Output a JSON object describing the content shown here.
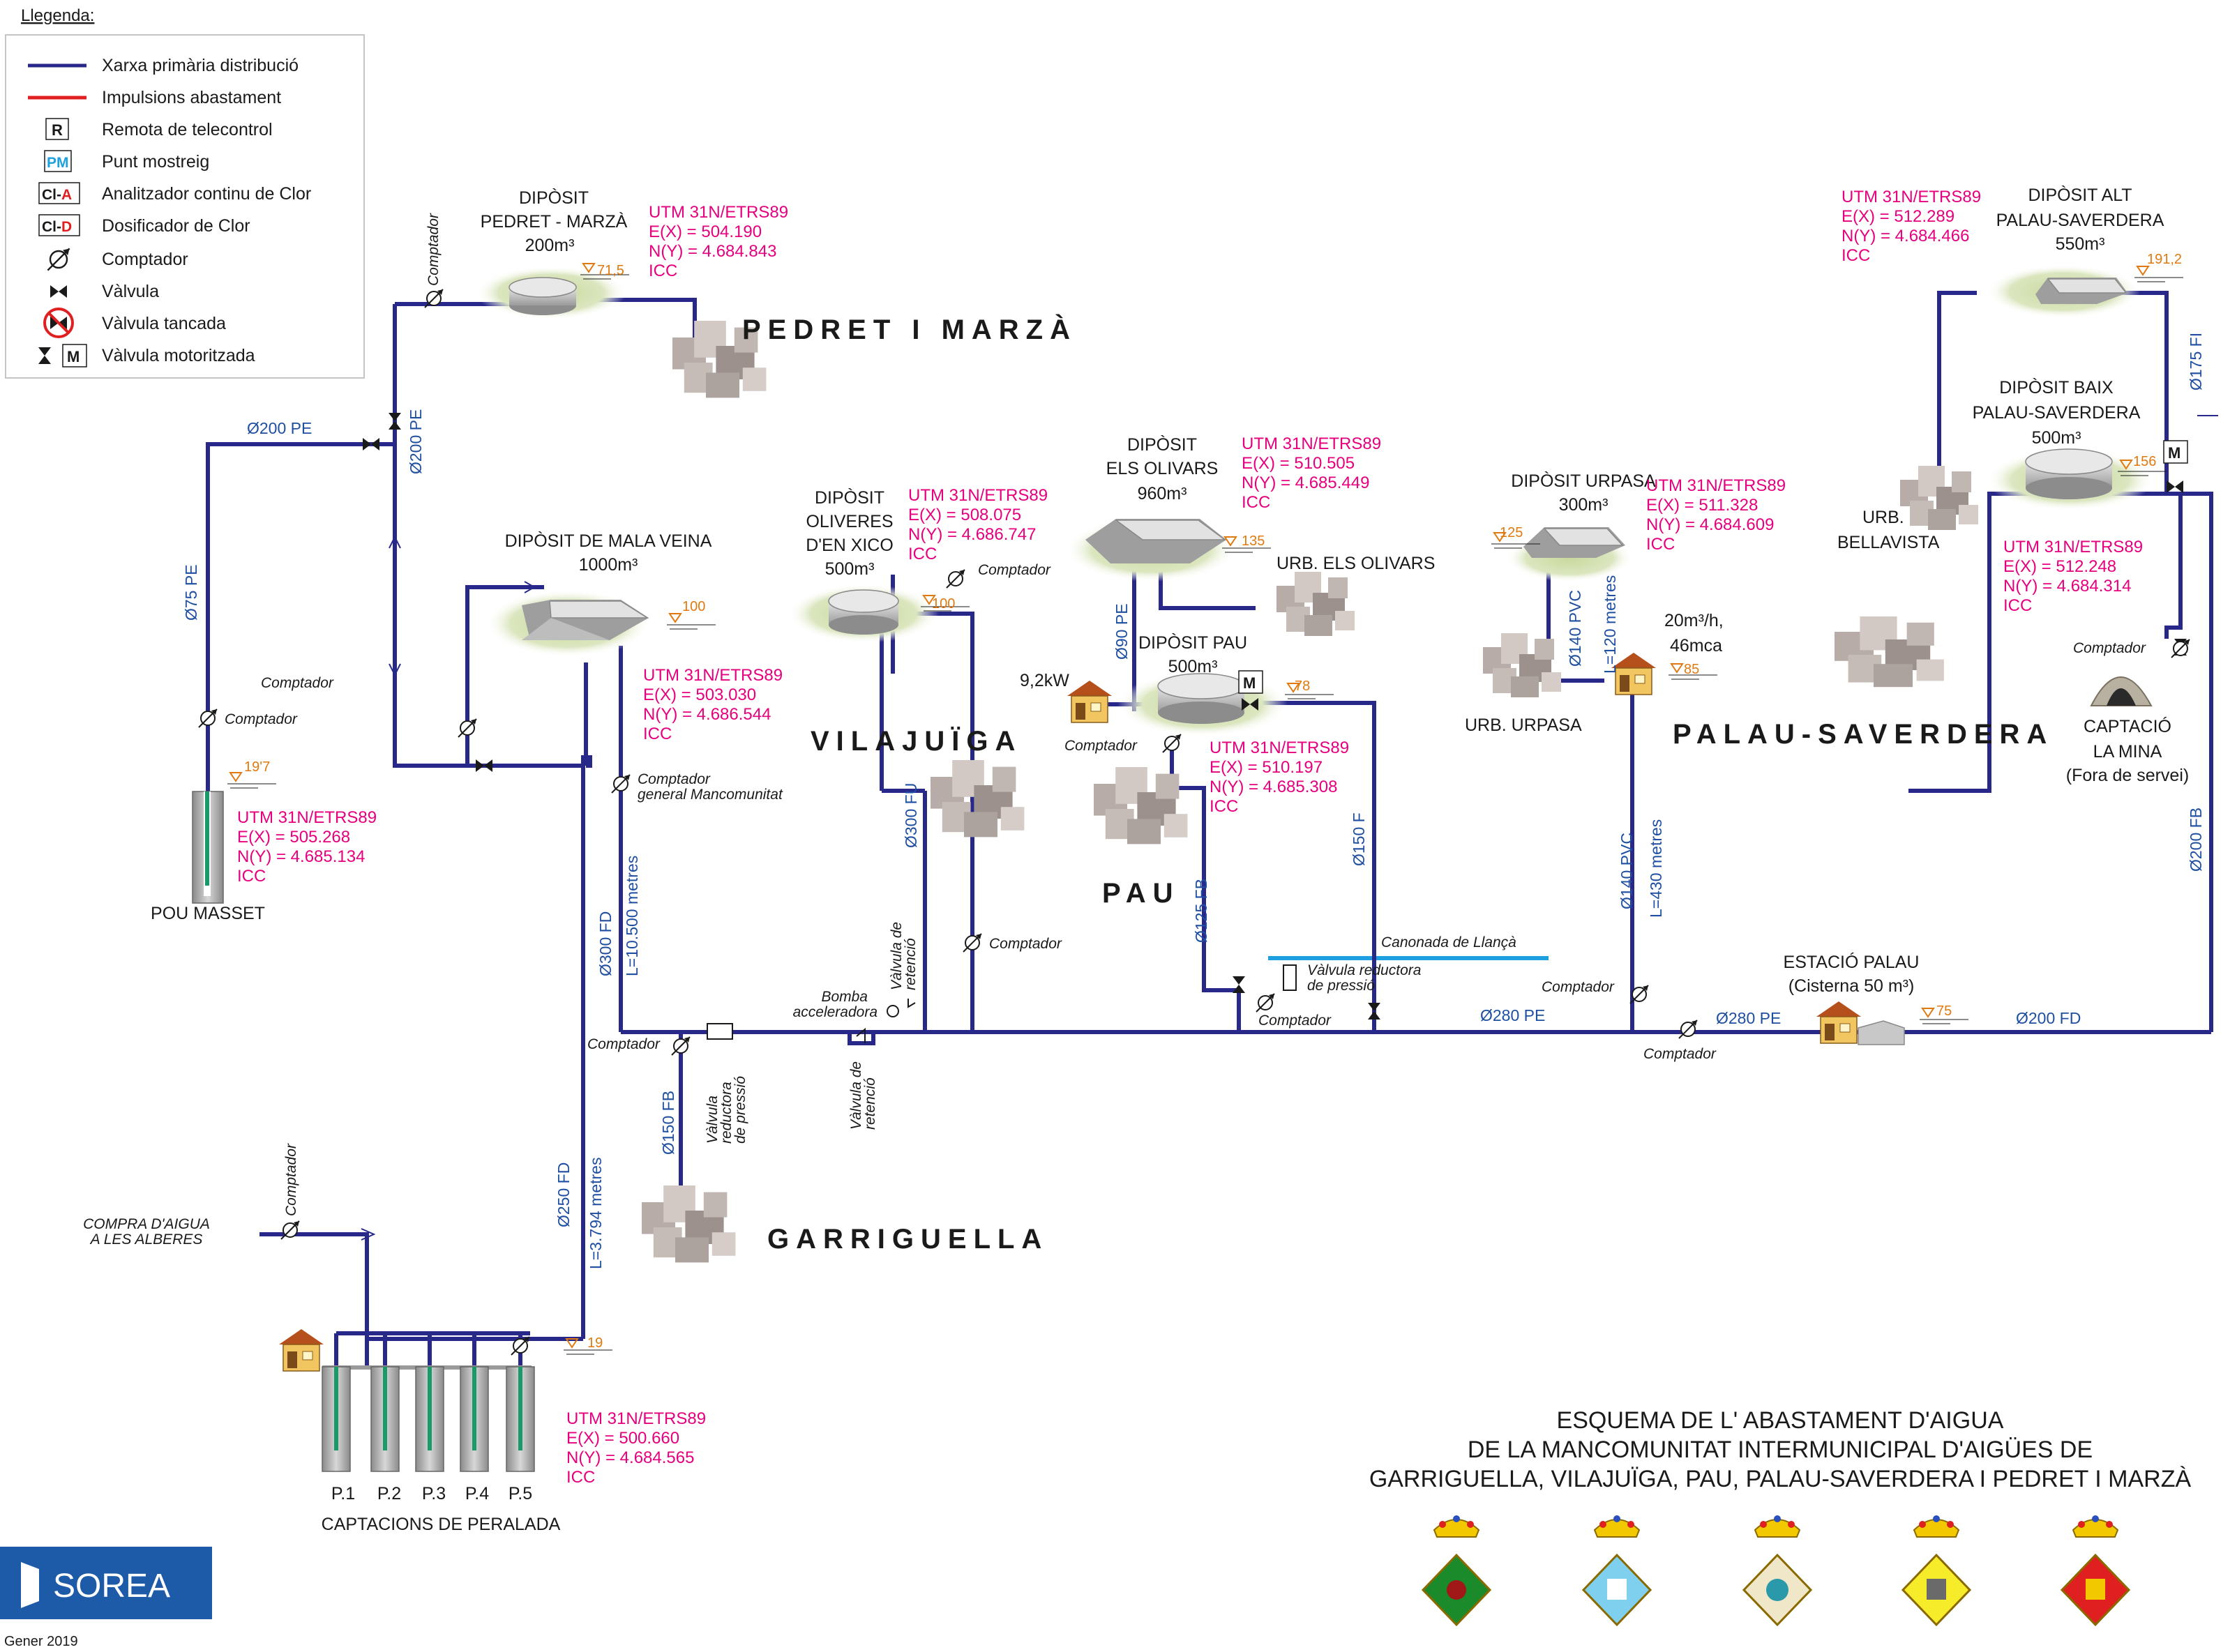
{
  "legend": {
    "title": "Llegenda:",
    "items": [
      {
        "symbol": "line-blue",
        "label": "Xarxa primària distribució"
      },
      {
        "symbol": "line-red",
        "label": "Impulsions abastament"
      },
      {
        "symbol": "R",
        "label": "Remota de telecontrol"
      },
      {
        "symbol": "PM",
        "label": "Punt mostreig"
      },
      {
        "symbol": "CI-A",
        "label": "Analitzador continu de Clor"
      },
      {
        "symbol": "CI-D",
        "label": "Dosificador de Clor"
      },
      {
        "symbol": "meter",
        "label": "Comptador"
      },
      {
        "symbol": "valve",
        "label": "Vàlvula"
      },
      {
        "symbol": "valve-closed",
        "label": "Vàlvula tancada"
      },
      {
        "symbol": "M",
        "label": "Vàlvula motoritzada"
      }
    ]
  },
  "towns": [
    "PEDRET I MARZÀ",
    "VILAJUÏGA",
    "PAU",
    "PALAU-SAVERDERA",
    "GARRIGUELLA"
  ],
  "tanks": {
    "pedret": {
      "l1": "DIPÒSIT",
      "l2": "PEDRET - MARZÀ",
      "l3": "200m³",
      "level": "71,5"
    },
    "mala_veina": {
      "l1": "DIPÒSIT DE MALA VEINA",
      "l2": "1000m³",
      "level": "100"
    },
    "oliveres": {
      "l1": "DIPÒSIT",
      "l2": "OLIVERES",
      "l3": "D'EN XICO",
      "l4": "500m³",
      "level": "100"
    },
    "olivars": {
      "l1": "DIPÒSIT",
      "l2": "ELS OLIVARS",
      "l3": "960m³",
      "level": "135"
    },
    "pau": {
      "l1": "DIPÒSIT PAU",
      "l2": "500m³",
      "level": "78"
    },
    "urpasa": {
      "l1": "DIPÒSIT URPASA",
      "l2": "300m³",
      "level": "125"
    },
    "palau_alt": {
      "l1": "DIPÒSIT ALT",
      "l2": "PALAU-SAVERDERA",
      "l3": "550m³",
      "level": "191,2"
    },
    "palau_baix": {
      "l1": "DIPÒSIT BAIX",
      "l2": "PALAU-SAVERDERA",
      "l3": "500m³",
      "level": "156"
    }
  },
  "coords": [
    {
      "l1": "UTM 31N/ETRS89",
      "l2": "E(X) =    504.190",
      "l3": "N(Y) = 4.684.843",
      "l4": "ICC"
    },
    {
      "l1": "UTM 31N/ETRS89",
      "l2": "E(X) =    508.075",
      "l3": "N(Y) = 4.686.747",
      "l4": "ICC"
    },
    {
      "l1": "UTM 31N/ETRS89",
      "l2": "E(X) =    510.505",
      "l3": "N(Y) = 4.685.449",
      "l4": "ICC"
    },
    {
      "l1": "UTM 31N/ETRS89",
      "l2": "E(X) =    511.328",
      "l3": "N(Y) = 4.684.609",
      "l4": "ICC"
    },
    {
      "l1": "UTM 31N/ETRS89",
      "l2": "E(X) =    512.289",
      "l3": "N(Y) = 4.684.466",
      "l4": "ICC"
    },
    {
      "l1": "UTM 31N/ETRS89",
      "l2": "E(X) =    512.248",
      "l3": "N(Y) = 4.684.314",
      "l4": "ICC"
    },
    {
      "l1": "UTM 31N/ETRS89",
      "l2": "E(X) =    503.030",
      "l3": "N(Y) = 4.686.544",
      "l4": "ICC"
    },
    {
      "l1": "UTM 31N/ETRS89",
      "l2": "E(X) =    510.197",
      "l3": "N(Y) = 4.685.308",
      "l4": "ICC"
    },
    {
      "l1": "UTM 31N/ETRS89",
      "l2": "E(X) =    505.268",
      "l3": "N(Y) = 4.685.134",
      "l4": "ICC"
    },
    {
      "l1": "UTM 31N/ETRS89",
      "l2": "E(X) =    500.660",
      "l3": "N(Y) = 4.684.565",
      "l4": "ICC"
    }
  ],
  "pipes": {
    "p200pe_a": "Ø200 PE",
    "p200pe_b": "Ø200 PE",
    "p75pe": "Ø75 PE",
    "p300fd": "Ø300 FD",
    "p300fd_len": "L=10.500 metres",
    "p300fu": "Ø300 FU",
    "p90pe": "Ø90 PE",
    "p125fb": "Ø125 FB",
    "p150f": "Ø150 F",
    "p280pe_a": "Ø280 PE",
    "p280pe_b": "Ø280 PE",
    "p140pvc_a": "Ø140 PVC",
    "p140pvc_a_len": "L=120 metres",
    "p140pvc_b": "Ø140 PVC",
    "p140pvc_b_len": "L=430 metres",
    "p175fi": "Ø175 FI",
    "p200fb": "Ø200 FB",
    "p200fd": "Ø200 FD",
    "p150fb": "Ø150 FB",
    "p250fd": "Ø250 FD",
    "p250fd_len": "L=3.794 metres"
  },
  "labels": {
    "comptador": "Comptador",
    "comptador_general_1": "Comptador",
    "comptador_general_2": "general Mancomunitat",
    "bomba_1": "Bomba",
    "bomba_2": "acceleradora",
    "valv_ret_1": "Vàlvula de",
    "valv_ret_2": "retenció",
    "valv_red_1": "Vàlvula",
    "valv_red_2": "reductora",
    "valv_red_3": "de pressió",
    "valv_red_b1": "Vàlvula reductora",
    "valv_red_b2": "de pressió",
    "canonada": "Canonada de Llançà",
    "pou": "POU MASSET",
    "pou_level": "19'7",
    "urb_olivars": "URB. ELS OLIVARS",
    "urb_urpasa": "URB. URPASA",
    "urb_bella_1": "URB.",
    "urb_bella_2": "BELLAVISTA",
    "pump_pau": "9,2kW",
    "pump_urpasa_1": "20m³/h,",
    "pump_urpasa_2": "46mca",
    "pump_urpasa_level": "85",
    "estacio_1": "ESTACIÓ PALAU",
    "estacio_2": "(Cisterna 50 m³)",
    "estacio_level": "75",
    "captacio_1": "CAPTACIÓ",
    "captacio_2": "LA MINA",
    "captacio_3": "(Fora de servei)",
    "compra_1": "COMPRA D'AIGUA",
    "compra_2": "A LES ALBERES",
    "captacions": "CAPTACIONS DE PERALADA",
    "captacions_level": "19",
    "wells": [
      "P.1",
      "P.2",
      "P.3",
      "P.4",
      "P.5"
    ]
  },
  "title": {
    "l1": "ESQUEMA DE L' ABASTAMENT D'AIGUA",
    "l2": "DE  LA MANCOMUNITAT INTERMUNICIPAL D'AIGÜES DE",
    "l3": "GARRIGUELLA, VILAJUÏGA, PAU, PALAU-SAVERDERA I PEDRET I MARZÀ"
  },
  "logo": "SOREA",
  "date": "Gener 2019",
  "colors": {
    "primary_pipe": "#28288a",
    "impulsion": "#e02020",
    "coordinates": "#e6007e",
    "pipe_label": "#1f4fa0",
    "level_marker": "#e07a10",
    "llança_pipe": "#1ea0e0",
    "logo_bg": "#1d5aa8"
  }
}
